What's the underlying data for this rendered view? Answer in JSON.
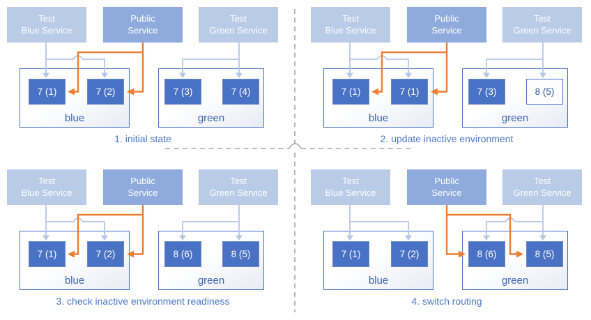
{
  "palette": {
    "service_light": "#b9cbe7",
    "service_public": "#8faadc",
    "pod_fill": "#4a72c4",
    "pod_outlined_border": "#4f78c4",
    "pod_outlined_text": "#2e5597",
    "wire_test": "#b4c7e7",
    "wire_public": "#ed7d31",
    "environment_border": "#4472c4",
    "environment_label_text": "#3d66ae",
    "caption_text": "#4b79c9",
    "divider": "#a3a3a3"
  },
  "panels": [
    {
      "caption": "1. initial state",
      "public_routes_to": "blue",
      "services": [
        {
          "line1": "Test",
          "line2": "Blue Service"
        },
        {
          "line1": "Public",
          "line2": "Service"
        },
        {
          "line1": "Test",
          "line2": "Green Service"
        }
      ],
      "environments": [
        {
          "label": "blue",
          "pods": [
            {
              "label": "7 (1)",
              "style": "filled"
            },
            {
              "label": "7 (2)",
              "style": "filled"
            }
          ]
        },
        {
          "label": "green",
          "pods": [
            {
              "label": "7 (3)",
              "style": "filled"
            },
            {
              "label": "7 (4)",
              "style": "filled"
            }
          ]
        }
      ]
    },
    {
      "caption": "2. update inactive environment",
      "public_routes_to": "blue",
      "services": [
        {
          "line1": "Test",
          "line2": "Blue Service"
        },
        {
          "line1": "Public",
          "line2": "Service"
        },
        {
          "line1": "Test",
          "line2": "Green Service"
        }
      ],
      "environments": [
        {
          "label": "blue",
          "pods": [
            {
              "label": "7 (1)",
              "style": "filled"
            },
            {
              "label": "7 (1)",
              "style": "filled"
            }
          ]
        },
        {
          "label": "green",
          "pods": [
            {
              "label": "7 (3)",
              "style": "filled"
            },
            {
              "label": "8 (5)",
              "style": "outlined"
            }
          ]
        }
      ]
    },
    {
      "caption": "3. check inactive environment readiness",
      "public_routes_to": "blue",
      "services": [
        {
          "line1": "Test",
          "line2": "Blue Service"
        },
        {
          "line1": "Public",
          "line2": "Service"
        },
        {
          "line1": "Test",
          "line2": "Green Service"
        }
      ],
      "environments": [
        {
          "label": "blue",
          "pods": [
            {
              "label": "7 (1)",
              "style": "filled"
            },
            {
              "label": "7 (2)",
              "style": "filled"
            }
          ]
        },
        {
          "label": "green",
          "pods": [
            {
              "label": "8 (6)",
              "style": "filled"
            },
            {
              "label": "8 (5)",
              "style": "filled"
            }
          ]
        }
      ]
    },
    {
      "caption": "4. switch routing",
      "public_routes_to": "green",
      "services": [
        {
          "line1": "Test",
          "line2": "Blue Service"
        },
        {
          "line1": "Public",
          "line2": "Service"
        },
        {
          "line1": "Test",
          "line2": "Green Service"
        }
      ],
      "environments": [
        {
          "label": "blue",
          "pods": [
            {
              "label": "7 (1)",
              "style": "filled"
            },
            {
              "label": "7 (2)",
              "style": "filled"
            }
          ]
        },
        {
          "label": "green",
          "pods": [
            {
              "label": "8 (6)",
              "style": "filled"
            },
            {
              "label": "8 (5)",
              "style": "filled"
            }
          ]
        }
      ]
    }
  ]
}
